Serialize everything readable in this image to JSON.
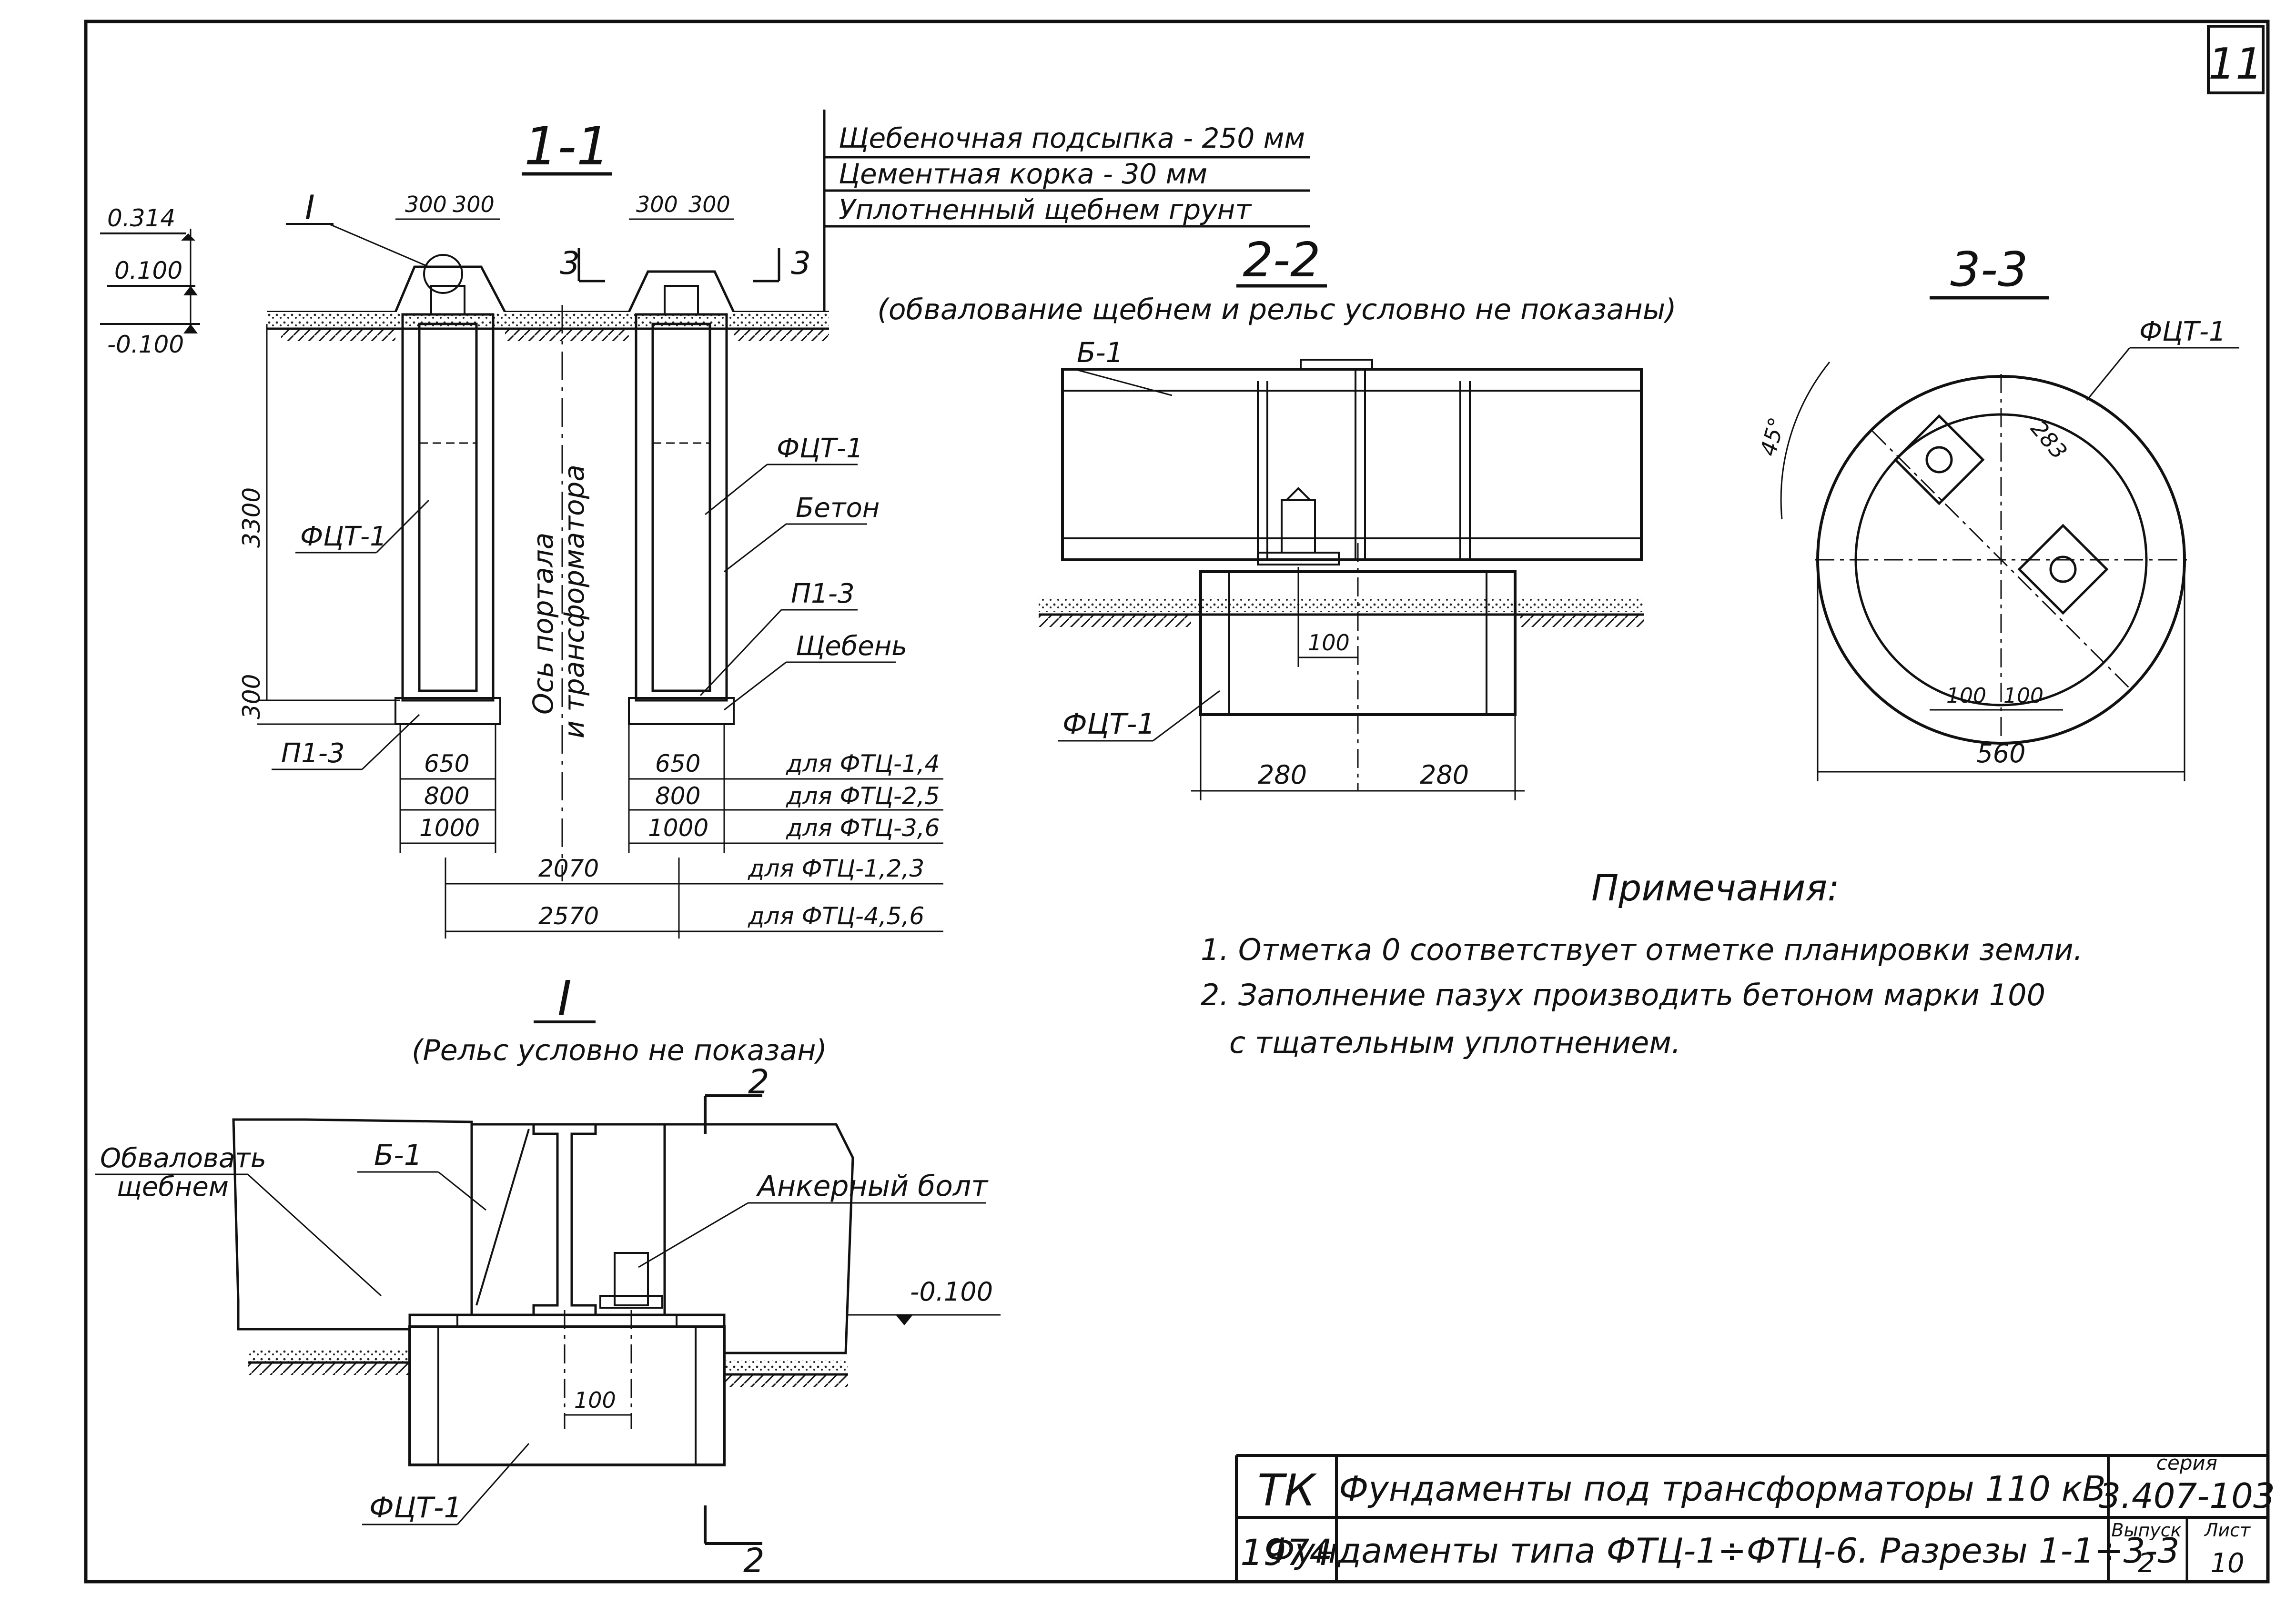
{
  "sheet": {
    "number": "11"
  },
  "legend_layers": [
    "Щебеночная подсыпка - 250 мм",
    "Цементная корка - 30 мм",
    "Уплотненный щебнем грунт"
  ],
  "section_1_1": {
    "title": "1-1",
    "marks": [
      "0.314",
      "0.100",
      "-0.100"
    ],
    "detail_ref": "I",
    "top_dims": [
      "300",
      "300",
      "300",
      "300"
    ],
    "cut_mark": "3",
    "height_main": "3300",
    "height_base": "300",
    "labels": {
      "fct_left": "ФЦТ-1",
      "fct_right": "ФЦТ-1",
      "beton": "Бетон",
      "p13_right": "П1-3",
      "shcheben": "Щебень",
      "p13_left": "П1-3",
      "axis": "Ось портала",
      "axis2": "и трансформатора"
    },
    "width_rows": [
      {
        "left": "650",
        "right": "650",
        "note": "для ФТЦ-1,4"
      },
      {
        "left": "800",
        "right": "800",
        "note": "для ФТЦ-2,5"
      },
      {
        "left": "1000",
        "right": "1000",
        "note": "для ФТЦ-3,6"
      }
    ],
    "spacing_rows": [
      {
        "value": "2070",
        "note": "для ФТЦ-1,2,3"
      },
      {
        "value": "2570",
        "note": "для ФТЦ-4,5,6"
      }
    ]
  },
  "section_2_2": {
    "title": "2-2",
    "subtitle": "(обвалование щебнем и рельс условно не показаны)",
    "beam": "Б-1",
    "dim_100": "100",
    "fct": "ФЦТ-1",
    "dims": [
      "280",
      "280"
    ]
  },
  "section_3_3": {
    "title": "3-3",
    "fct": "ФЦТ-1",
    "angle": "45°",
    "diag": "283",
    "dims": [
      "100",
      "100"
    ],
    "diameter": "560"
  },
  "detail_I": {
    "title": "I",
    "subtitle": "(Рельс условно не показан)",
    "cut_mark": "2",
    "label_embank": "Обваловать",
    "label_embank2": "щебнем",
    "beam": "Б-1",
    "bolt": "Анкерный болт",
    "mark": "-0.100",
    "dim_100": "100",
    "fct": "ФЦТ-1"
  },
  "notes": {
    "title": "Примечания:",
    "items": [
      "1. Отметка 0 соответствует отметке планировки земли.",
      "2. Заполнение пазух производить бетоном марки 100",
      "с тщательным уплотнением."
    ]
  },
  "title_block": {
    "org": "ТК",
    "year": "1974",
    "title_main": "Фундаменты под трансформаторы 110 кВ",
    "title_sub": "Фундаменты типа ФТЦ-1÷ФТЦ-6. Разрезы 1-1÷3-3",
    "series_label": "серия",
    "series_value": "3.407-103",
    "issue_label": "Выпуск",
    "issue_value": "2",
    "sheet_label": "Лист",
    "sheet_value": "10"
  }
}
